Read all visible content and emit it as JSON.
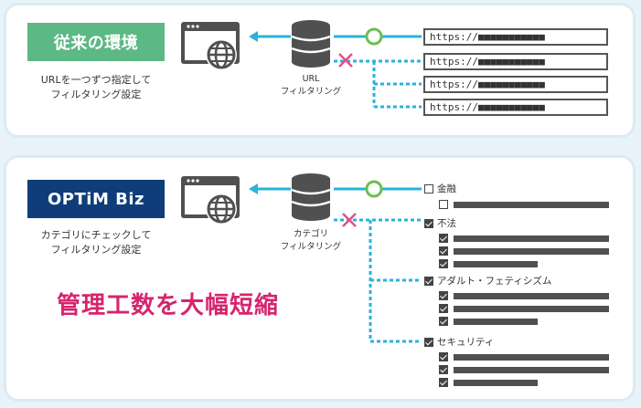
{
  "top": {
    "label": "従来の環境",
    "label_color": "#5cb884",
    "description_lines": [
      "URLを一つずつ指定して",
      "フィルタリング設定"
    ],
    "filter_label_lines": [
      "URL",
      "フィルタリング"
    ],
    "url_rows": [
      "https://■■■■■■■■■■■",
      "https://■■■■■■■■■■■",
      "https://■■■■■■■■■■■",
      "https://■■■■■■■■■■■"
    ]
  },
  "bottom": {
    "label": "OPTiM Biz",
    "label_color": "#0f3d7a",
    "description_lines": [
      "カテゴリにチェックして",
      "フィルタリング設定"
    ],
    "filter_label_lines": [
      "カテゴリ",
      "フィルタリング"
    ],
    "categories": [
      {
        "name": "金融",
        "checked": false
      },
      {
        "name": "不法",
        "checked": true
      },
      {
        "name": "アダルト・フェティシズム",
        "checked": true
      },
      {
        "name": "セキュリティ",
        "checked": true
      }
    ],
    "highlight": "管理工数を大幅短縮",
    "highlight_color": "#d6246e"
  },
  "colors": {
    "allow_line": "#2bb3d8",
    "allow_circle": "#6cbf4f",
    "block_cross": "#e0508a",
    "icon": "#505050"
  },
  "icons": [
    "browser-globe-icon",
    "database-icon",
    "allow-circle-icon",
    "block-cross-icon"
  ]
}
